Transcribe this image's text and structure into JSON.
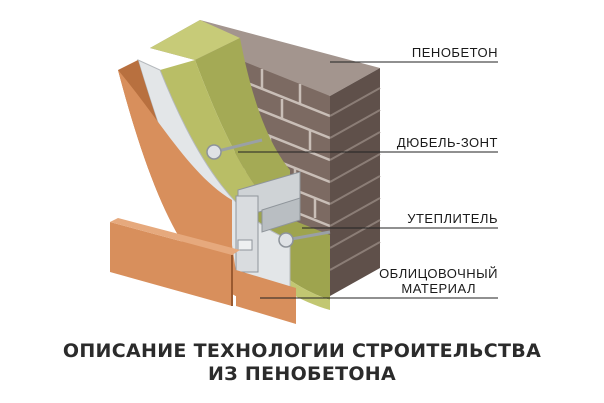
{
  "labels": {
    "foam_concrete": "ПЕНОБЕТОН",
    "dowel": "ДЮБЕЛЬ-ЗОНТ",
    "insulation": "УТЕПЛИТЕЛЬ",
    "cladding_line1": "ОБЛИЦОВОЧНЫЙ",
    "cladding_line2": "МАТЕРИАЛ"
  },
  "caption": {
    "line1": "ОПИСАНИЕ ТЕХНОЛОГИИ СТРОИТЕЛЬСТВА",
    "line2": "ИЗ ПЕНОБЕТОНА"
  },
  "colors": {
    "brick": "#7c6a62",
    "brick_light": "#938178",
    "mortar": "#c9beb7",
    "insulation": "#9aa24f",
    "insulation_light": "#bfc56c",
    "cladding": "#d88f5c",
    "cladding_dark": "#b8703f",
    "metal": "#cfd3d6"
  }
}
